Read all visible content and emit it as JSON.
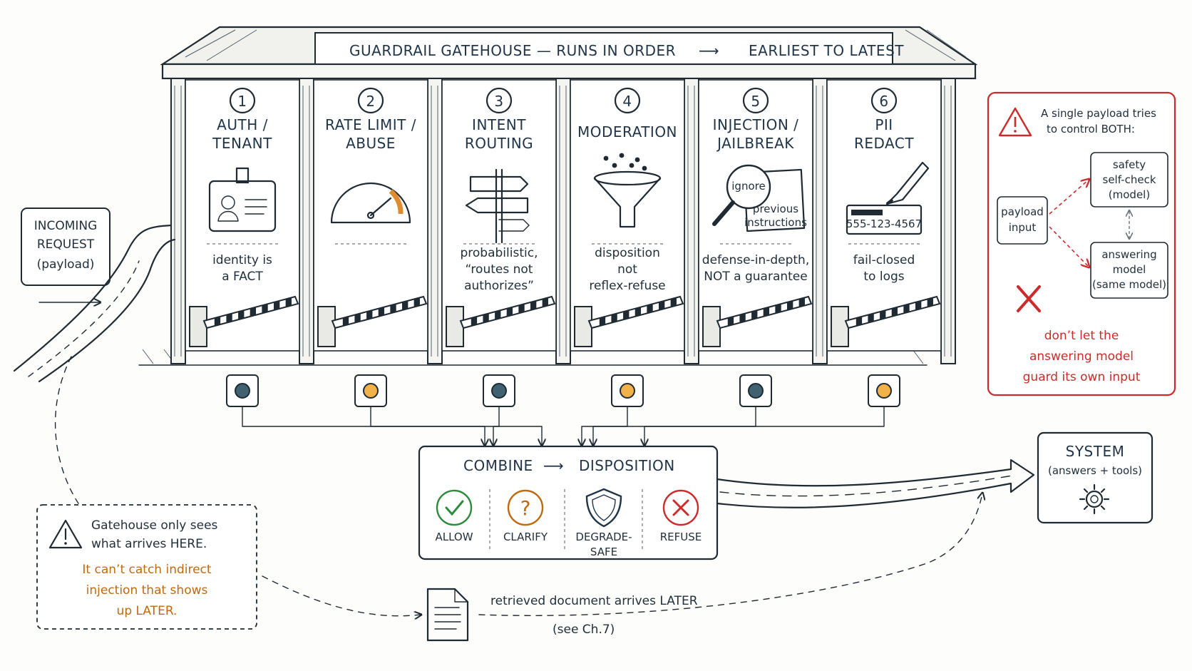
{
  "roof_title": "GUARDRAIL GATEHOUSE — RUNS IN ORDER",
  "roof_arrow": "⟶",
  "roof_title_end": "EARLIEST TO LATEST",
  "incoming": {
    "line1": "INCOMING",
    "line2": "REQUEST",
    "line3": "(payload)"
  },
  "stages": [
    {
      "num": "1",
      "title": [
        "AUTH /",
        "TENANT"
      ],
      "note": [
        "identity is",
        "a FACT"
      ],
      "icon": "id-badge-icon",
      "light": "#3f6170"
    },
    {
      "num": "2",
      "title": [
        "RATE LIMIT /",
        "ABUSE"
      ],
      "note": [],
      "icon": "gauge-icon",
      "light": "#f2b24a"
    },
    {
      "num": "3",
      "title": [
        "INTENT",
        "ROUTING"
      ],
      "note": [
        "probabilistic,",
        "“routes not",
        "authorizes”"
      ],
      "icon": "signpost-icon",
      "light": "#3f6170"
    },
    {
      "num": "4",
      "title": [
        "MODERATION"
      ],
      "note": [
        "disposition",
        "not",
        "reflex-refuse"
      ],
      "icon": "funnel-icon",
      "light": "#f2b24a"
    },
    {
      "num": "5",
      "title": [
        "INJECTION /",
        "JAILBREAK"
      ],
      "note": [
        "defense-in-depth,",
        "NOT a guarantee"
      ],
      "icon": "magnifier-icon",
      "light": "#3f6170"
    },
    {
      "num": "6",
      "title": [
        "PII",
        "REDACT"
      ],
      "note": [
        "fail-closed",
        "to logs"
      ],
      "icon": "marker-icon",
      "light": "#f2b24a"
    }
  ],
  "magnifier": {
    "word": "ignore",
    "line1": "previous",
    "line2": "instructions"
  },
  "pii_sample": "555-123-4567",
  "combine": {
    "title_left": "COMBINE",
    "arrow": "⟶",
    "title_right": "DISPOSITION",
    "outcomes": [
      {
        "label": [
          "ALLOW"
        ],
        "icon": "check-icon",
        "color": "#2f8a3e"
      },
      {
        "label": [
          "CLARIFY"
        ],
        "icon": "question-icon",
        "color": "#c06a10"
      },
      {
        "label": [
          "DEGRADE-",
          "SAFE"
        ],
        "icon": "shield-icon",
        "color": "#1f3448"
      },
      {
        "label": [
          "REFUSE"
        ],
        "icon": "x-circle-icon",
        "color": "#cc2b2b"
      }
    ]
  },
  "system": {
    "title": "SYSTEM",
    "sub": "(answers + tools)"
  },
  "warning_panel": {
    "line1": "A single payload tries",
    "line2": "to control BOTH:",
    "payload": [
      "payload",
      "input"
    ],
    "safety": [
      "safety",
      "self-check",
      "(model)"
    ],
    "answering": [
      "answering",
      "model",
      "(same model)"
    ],
    "caption": [
      "don’t let the",
      "answering model",
      "guard its own input"
    ]
  },
  "gatehouse_note": {
    "line1": "Gatehouse only sees",
    "line2": "what arrives HERE.",
    "orange": [
      "It can’t catch indirect",
      "injection that shows",
      "up LATER."
    ]
  },
  "retrieved": {
    "text": "retrieved document arrives LATER",
    "ref": "(see Ch.7)"
  },
  "colors": {
    "ink": "#1f2a33",
    "red": "#cc2b2b",
    "orange": "#c06a10",
    "teal_light": "#3f6170",
    "amber_light": "#f2b24a"
  }
}
